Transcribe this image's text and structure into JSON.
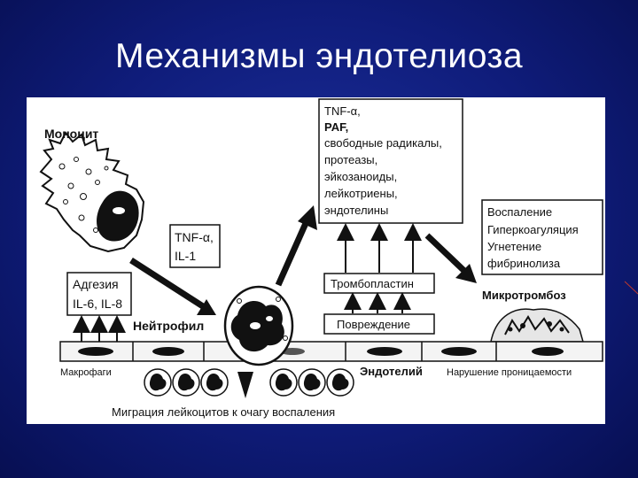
{
  "slide": {
    "title": "Механизмы эндотелиоза"
  },
  "diagram": {
    "monocyte_label": "Моноцит",
    "tnf_il1_box": [
      "TNF-α,",
      "IL-1"
    ],
    "adhesion_box": [
      "Адгезия",
      "IL-6, IL-8"
    ],
    "neutrophil_label": "Нейтрофил",
    "mediators_box": [
      "TNF-α,",
      "PAF,",
      "свободные радикалы,",
      "протеазы,",
      "эйкозаноиды,",
      "лейкотриены,",
      "эндотелины"
    ],
    "thromboplastin_box": "Тромбопластин",
    "damage_box": "Повреждение",
    "effects_box": [
      "Воспаление",
      "Гиперкоагуляция",
      "Угнетение",
      "фибринолиза"
    ],
    "microthrombosis_label": "Микротромбоз",
    "macrophages_label": "Макрофаги",
    "endothelium_label": "Эндотелий",
    "permeability_label": "Нарушение проницаемости",
    "migration_label": "Миграция лейкоцитов к очагу воспаления"
  },
  "colors": {
    "background": "#0f1c7a",
    "title_text": "#ffffff",
    "figure_background": "#ffffff",
    "ink": "#111111"
  }
}
